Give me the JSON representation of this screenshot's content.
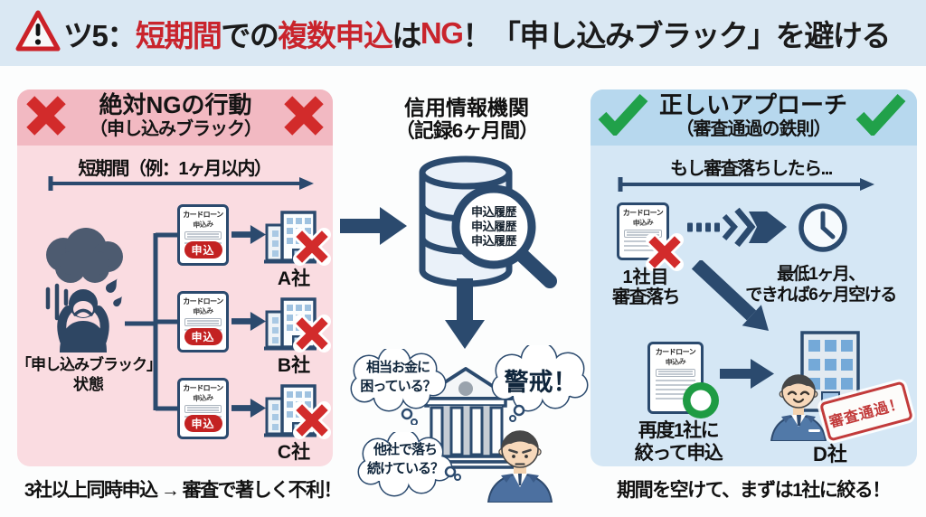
{
  "header": {
    "icon": "warning-triangle",
    "title_segments": [
      {
        "text": "ツ5：",
        "tone": "black"
      },
      {
        "text": "短期間",
        "tone": "red"
      },
      {
        "text": "での",
        "tone": "black"
      },
      {
        "text": "複数申込",
        "tone": "red"
      },
      {
        "text": "は",
        "tone": "black"
      },
      {
        "text": "NG",
        "tone": "red"
      },
      {
        "text": "！「申し込みブラック」を避ける",
        "tone": "black"
      }
    ]
  },
  "left_panel": {
    "title": "絶対NGの行動",
    "subtitle": "（申し込みブラック）",
    "timeline_label": "短期間（例：1ヶ月以内）",
    "person_label_line1": "「申し込みブラック」",
    "person_label_line2": "状態",
    "documents": [
      {
        "header_line1": "カードローン",
        "header_line2": "申込み",
        "stamp": "申込",
        "company": "A社"
      },
      {
        "header_line1": "カードローン",
        "header_line2": "申込み",
        "stamp": "申込",
        "company": "B社"
      },
      {
        "header_line1": "カードローン",
        "header_line2": "申込み",
        "stamp": "申込",
        "company": "C社"
      }
    ],
    "caption": "3社以上同時申込 → 審査で著しく不利！"
  },
  "middle": {
    "title_line1": "信用情報機関",
    "title_line2": "（記録6ヶ月間）",
    "magnifier_lines": [
      "申込履歴",
      "申込履歴",
      "申込履歴"
    ],
    "bubble_money_line1": "相当お金に",
    "bubble_money_line2": "困っている？",
    "bubble_fail_line1": "他社で落ち",
    "bubble_fail_line2": "続けている？",
    "bubble_alert": "警戒！"
  },
  "right_panel": {
    "title": "正しいアプローチ",
    "subtitle": "（審査通過の鉄則）",
    "timeline_label": "もし審査落ちしたら...",
    "doc1": {
      "header_line1": "カードローン",
      "header_line2": "申込み"
    },
    "doc1_label_line1": "1社目",
    "doc1_label_line2": "審査落ち",
    "wait_label_line1": "最低1ヶ月、",
    "wait_label_line2": "できれば6ヶ月空ける",
    "doc2": {
      "header_line1": "カードローン",
      "header_line2": "申込み"
    },
    "doc2_label_line1": "再度1社に",
    "doc2_label_line2": "絞って申込",
    "company": "D社",
    "badge": "審査通過！",
    "caption": "期間を空けて、まずは1社に絞る！"
  },
  "colors": {
    "header_band": "#dae8f3",
    "left_panel_body": "#fadce1",
    "left_panel_header": "#f2b9c2",
    "right_panel_body": "#d5e7f5",
    "right_panel_header": "#b7d8ee",
    "navy": "#2b4a6e",
    "slate": "#4d5b70",
    "red": "#d22b2b",
    "title_red": "#c9242c",
    "green": "#21a14a",
    "stamp_red": "#c32222",
    "badge_red": "#c0333c"
  }
}
